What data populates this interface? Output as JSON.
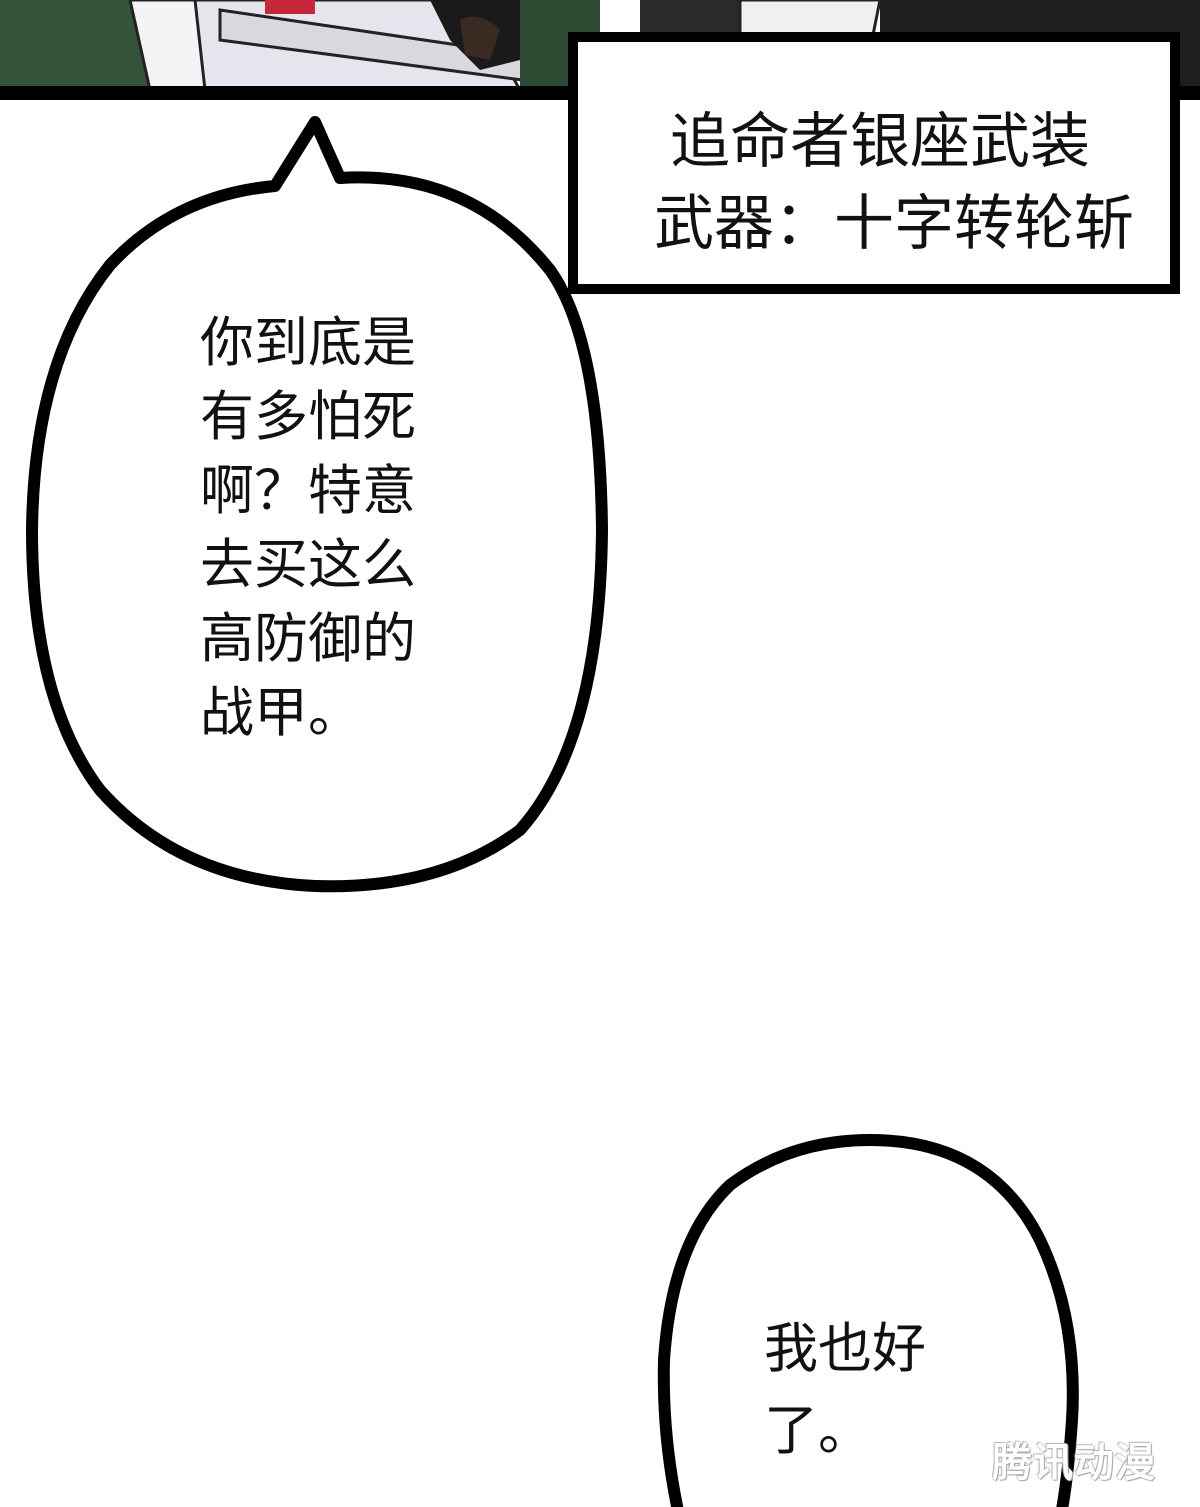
{
  "caption": {
    "line1": "追命者银座武装",
    "line2": "武器：十字转轮斩"
  },
  "bubbles": [
    {
      "lines": [
        "你到底是",
        "有多怕死",
        "啊？特意",
        "去买这么",
        "高防御的",
        "战甲。"
      ]
    },
    {
      "lines": [
        "我也好",
        "了。"
      ]
    }
  ],
  "watermark": {
    "text": "腾讯动漫"
  },
  "colors": {
    "ink": "#000000",
    "paper": "#ffffff",
    "foliage": "#2f4a32",
    "robe": "#e8e6ee"
  }
}
